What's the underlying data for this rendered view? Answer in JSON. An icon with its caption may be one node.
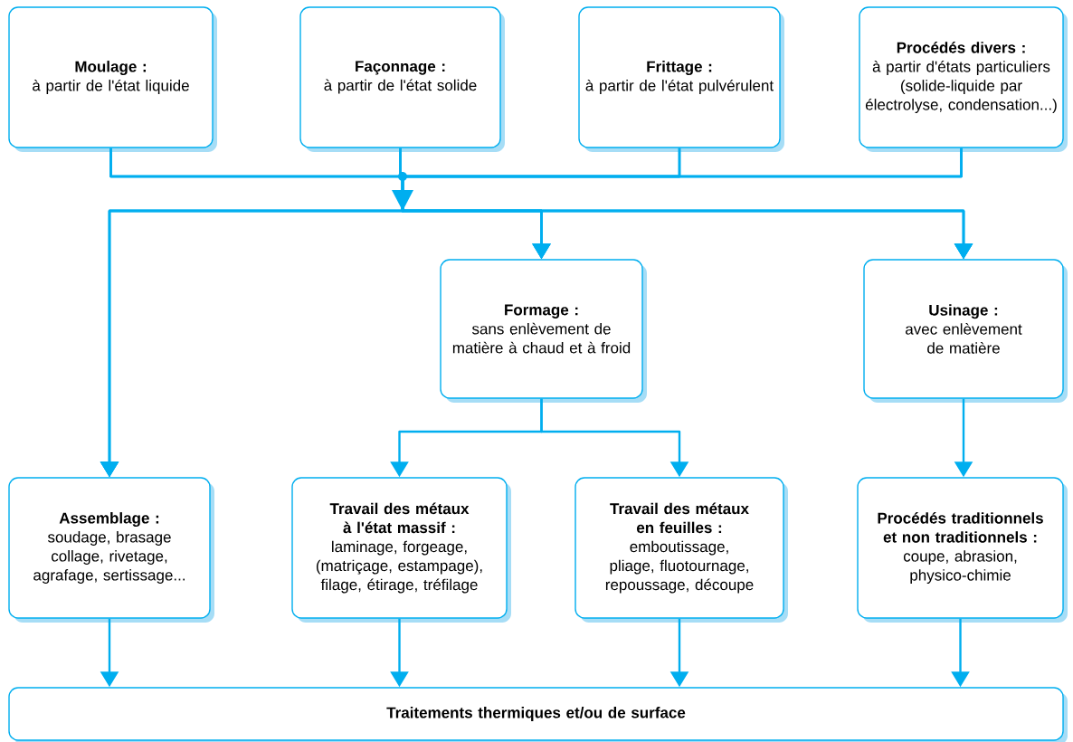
{
  "diagram": {
    "nodes": [
      {
        "text": [
          "Moulage :",
          "à partir de l'état liquide"
        ]
      },
      {
        "text": [
          "Façonnage :",
          "à partir de l'état solide"
        ]
      },
      {
        "text": [
          "Frittage :",
          "à partir de l'état pulvérulent"
        ]
      },
      {
        "text": [
          "Procédés divers :",
          "à partir d'états particuliers (solide-liquide par électrolyse, condensation...)"
        ]
      },
      {
        "text": [
          "Formage :",
          "sans enlèvement de matière à chaud et à froid"
        ]
      },
      {
        "text": [
          "Usinage :",
          "avec enlèvement de matière"
        ]
      },
      {
        "text": [
          "Assemblage :",
          "soudage, brasage collage, rivetage, agrafage, sertissage..."
        ]
      },
      {
        "text": [
          "Travail des métaux à l'état massif :",
          "laminage, forgeage, (matriçage, estampage), filage, étirage, tréfilage"
        ]
      },
      {
        "text": [
          "Travail des métaux en feuilles :",
          "emboutissage, pliage, fluotournage, repoussage, découpe"
        ]
      },
      {
        "text": [
          "Procédés traditionnels et non traditionnels :",
          "coupe, abrasion, physico-chimie"
        ]
      },
      {
        "text": [
          "Traitements thermiques et/ou de surface"
        ]
      }
    ],
    "edges": [
      {
        "from": 0,
        "to": 6,
        "arrow": "to"
      },
      {
        "from": 0,
        "to": 4,
        "arrow": "to"
      },
      {
        "from": 0,
        "to": 5,
        "arrow": "to"
      },
      {
        "from": 1,
        "to": 6,
        "arrow": "to"
      },
      {
        "from": 1,
        "to": 4,
        "arrow": "to"
      },
      {
        "from": 1,
        "to": 5,
        "arrow": "to"
      },
      {
        "from": 2,
        "to": 6,
        "arrow": "to"
      },
      {
        "from": 2,
        "to": 4,
        "arrow": "to"
      },
      {
        "from": 2,
        "to": 5,
        "arrow": "to"
      },
      {
        "from": 3,
        "to": 6,
        "arrow": "to"
      },
      {
        "from": 3,
        "to": 4,
        "arrow": "to"
      },
      {
        "from": 3,
        "to": 5,
        "arrow": "to"
      },
      {
        "from": 4,
        "to": 7,
        "arrow": "to"
      },
      {
        "from": 4,
        "to": 8,
        "arrow": "to"
      },
      {
        "from": 5,
        "to": 9,
        "arrow": "to"
      },
      {
        "from": 6,
        "to": 10,
        "arrow": "to"
      },
      {
        "from": 7,
        "to": 10,
        "arrow": "to"
      },
      {
        "from": 8,
        "to": 10,
        "arrow": "to"
      },
      {
        "from": 9,
        "to": 10,
        "arrow": "to"
      }
    ]
  }
}
